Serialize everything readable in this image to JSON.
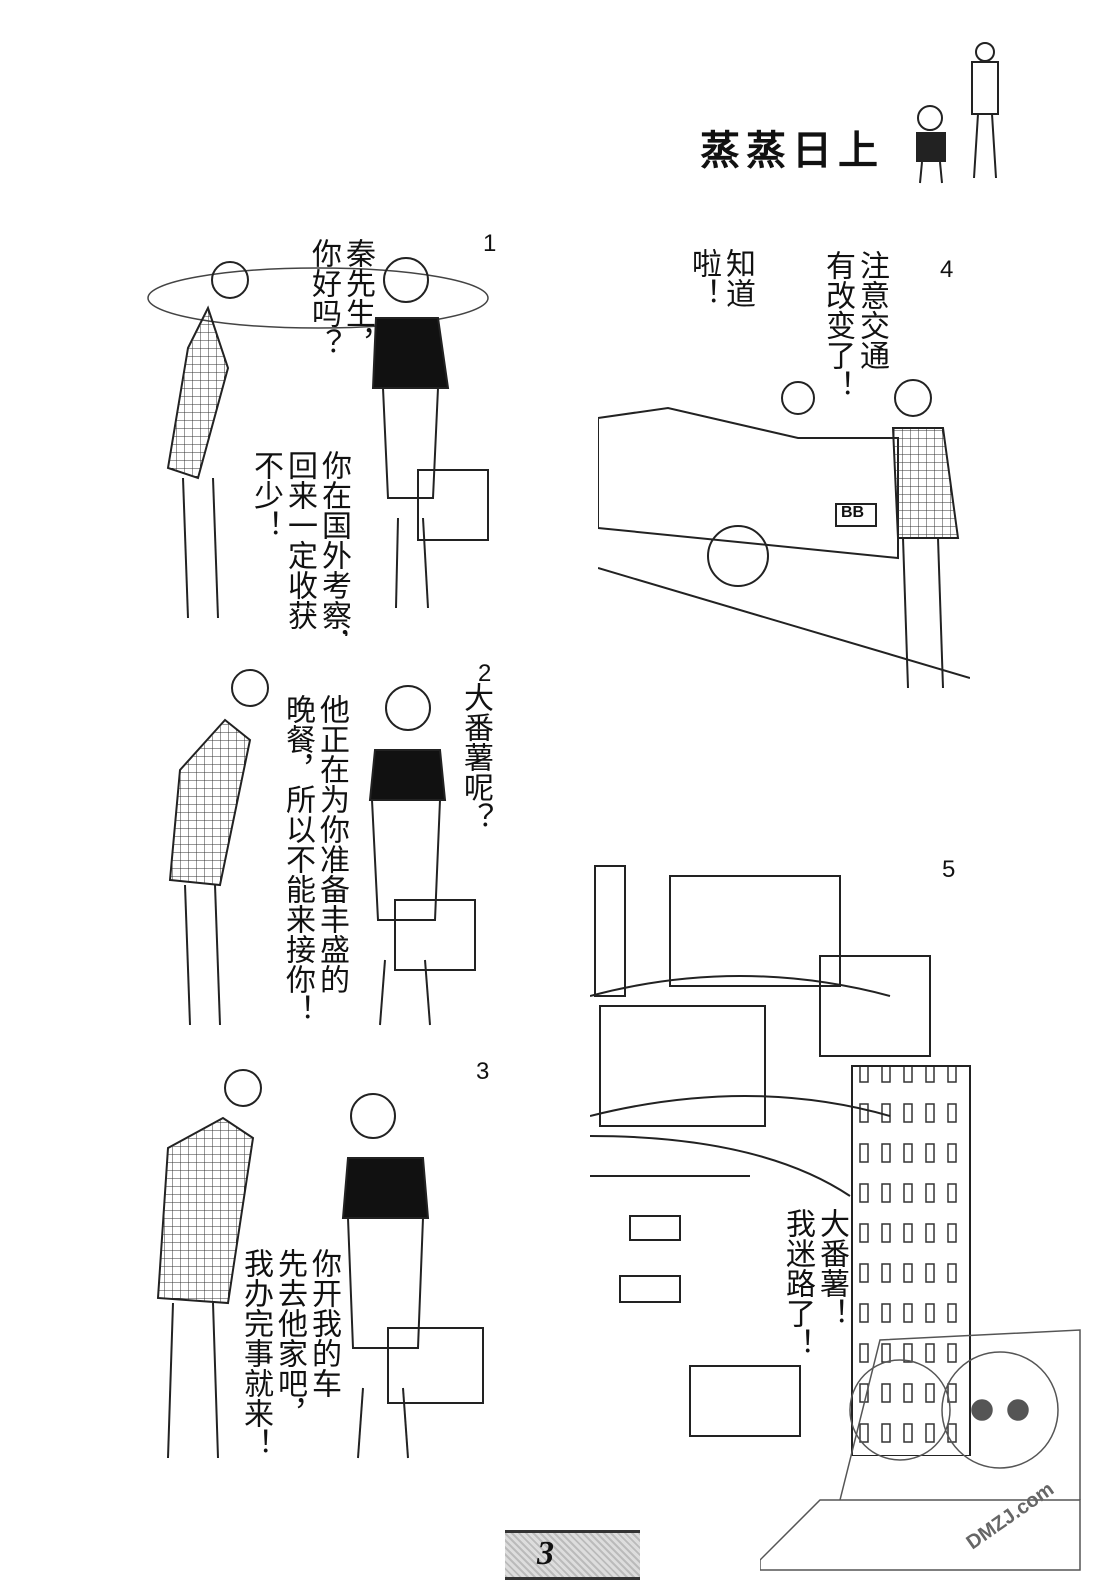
{
  "page": {
    "title": "蒸蒸日上",
    "page_number": "3",
    "watermark": "DMZJ.com"
  },
  "panels": [
    {
      "number": "1",
      "bubbles": [
        "秦先生，\n你好吗？",
        "你在国外考察，\n回来一定收获\n不少！"
      ]
    },
    {
      "number": "2",
      "bubbles": [
        "大番薯呢？",
        "他正在为你准备丰盛的\n晚餐，所以不能来接你！"
      ]
    },
    {
      "number": "3",
      "bubbles": [
        "你开我的车\n先去他家吧，\n我办完事就来！"
      ]
    },
    {
      "number": "4",
      "bubbles": [
        "注意交通\n有改变了！",
        "知道\n啦！"
      ],
      "plate": "BB"
    },
    {
      "number": "5",
      "bubbles": [
        "大番薯！\n我迷路了！"
      ]
    }
  ]
}
